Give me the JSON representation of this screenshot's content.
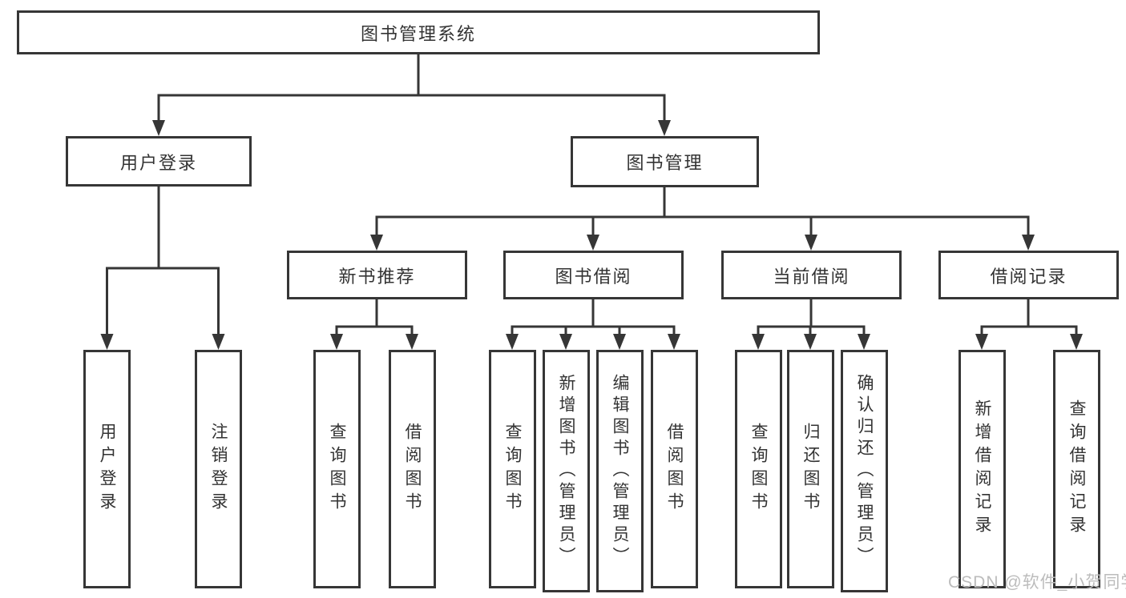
{
  "diagram": {
    "root": "图书管理系统",
    "user_login": {
      "label": "用户登录",
      "children": [
        "用户登录",
        "注销登录"
      ]
    },
    "book_mgmt": {
      "label": "图书管理",
      "children": [
        {
          "label": "新书推荐",
          "children": [
            "查询图书",
            "借阅图书"
          ]
        },
        {
          "label": "图书借阅",
          "children": [
            "查询图书",
            "新增图书（管理员）",
            "编辑图书（管理员）",
            "借阅图书"
          ]
        },
        {
          "label": "当前借阅",
          "children": [
            "查询图书",
            "归还图书",
            "确认归还（管理员）"
          ]
        },
        {
          "label": "借阅记录",
          "children": [
            "新增借阅记录",
            "查询借阅记录"
          ]
        }
      ]
    }
  },
  "watermark": "CSDN @软件_小贺同学",
  "colors": {
    "line": "#363636",
    "text": "#333333",
    "watermark": "#bcbcbc",
    "background": "#ffffff"
  }
}
